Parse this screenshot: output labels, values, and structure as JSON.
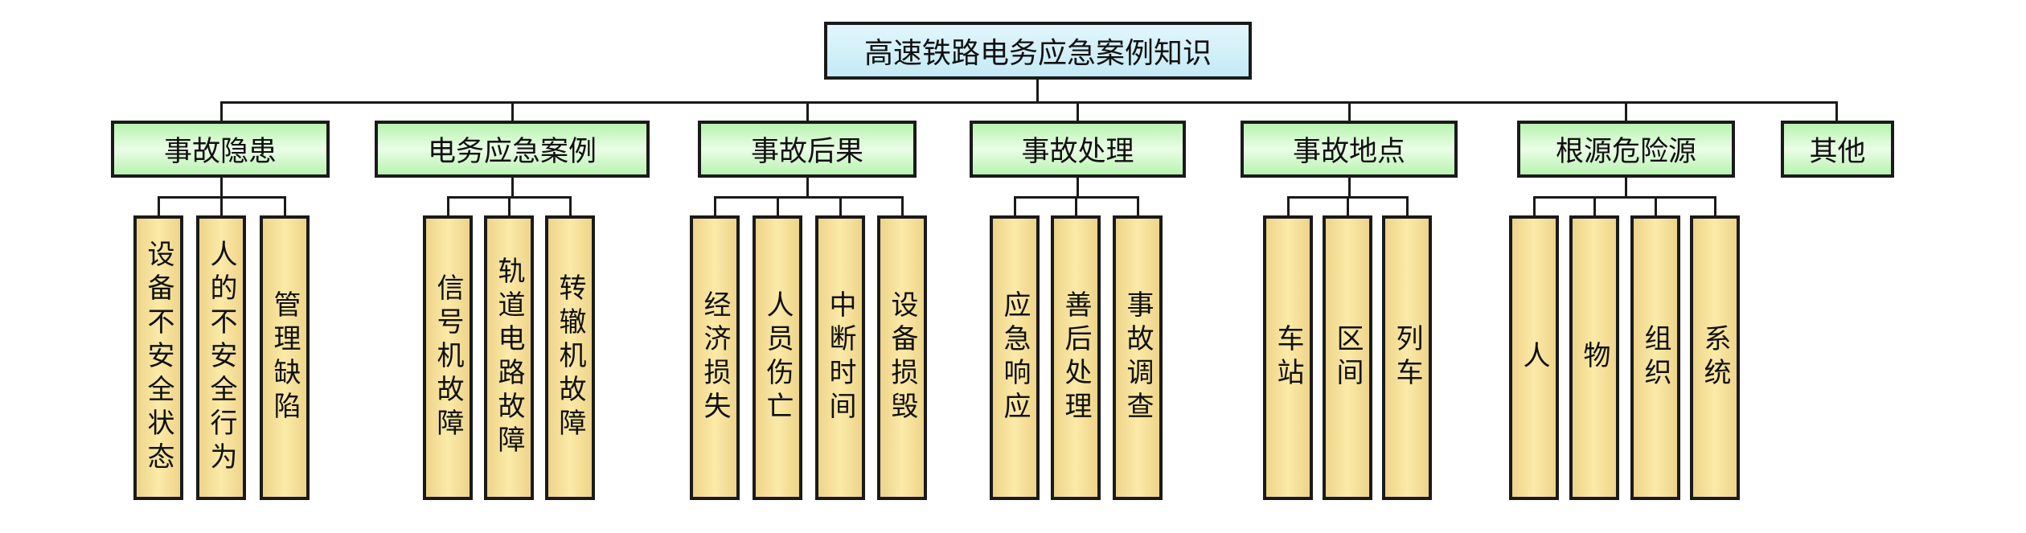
{
  "root": {
    "label": "高速铁路电务应急案例知识"
  },
  "categories": [
    {
      "label": "事故隐患",
      "children": [
        "设备不安全状态",
        "人的不安全行为",
        "管理缺陷"
      ]
    },
    {
      "label": "电务应急案例",
      "children": [
        "信号机故障",
        "轨道电路故障",
        "转辙机故障"
      ]
    },
    {
      "label": "事故后果",
      "children": [
        "经济损失",
        "人员伤亡",
        "中断时间",
        "设备损毁"
      ]
    },
    {
      "label": "事故处理",
      "children": [
        "应急响应",
        "善后处理",
        "事故调查"
      ]
    },
    {
      "label": "事故地点",
      "children": [
        "车站",
        "区间",
        "列车"
      ]
    },
    {
      "label": "根源危险源",
      "children": [
        "人",
        "物",
        "组织",
        "系统"
      ]
    },
    {
      "label": "其他",
      "children": []
    }
  ],
  "colors": {
    "root_fill": "#c4eaf5",
    "category_fill": "#b8f3b0",
    "leaf_fill": "#fbeaa8",
    "line": "#1a1a1a"
  }
}
